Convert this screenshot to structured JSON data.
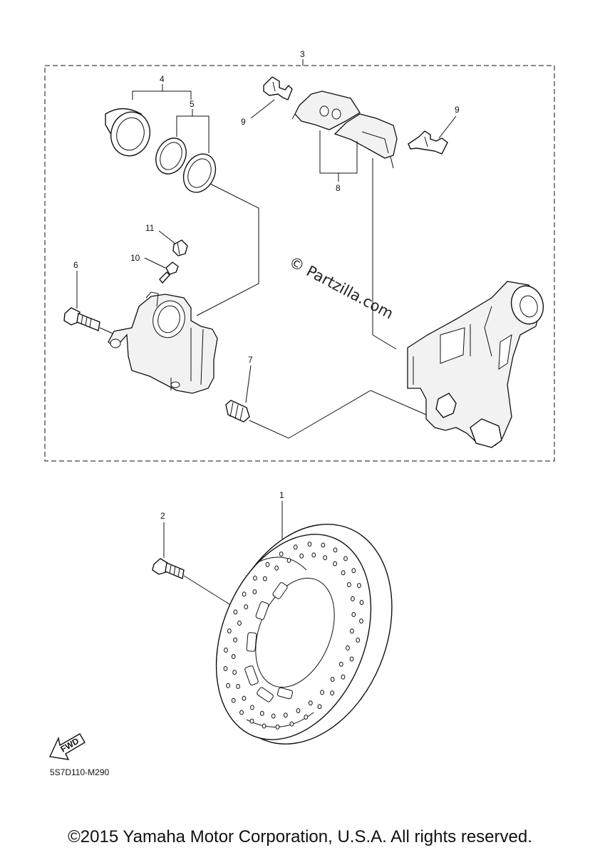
{
  "callouts": {
    "c1": "1",
    "c2": "2",
    "c3": "3",
    "c4": "4",
    "c5": "5",
    "c6": "6",
    "c7": "7",
    "c8": "8",
    "c9a": "9",
    "c9b": "9",
    "c10": "10",
    "c11": "11"
  },
  "watermark": "© Partzilla.com",
  "fwd_label": "FWD",
  "diagram_code": "5S7D110-M290",
  "copyright": "©2015 Yamaha Motor Corporation, U.S.A. All rights reserved."
}
